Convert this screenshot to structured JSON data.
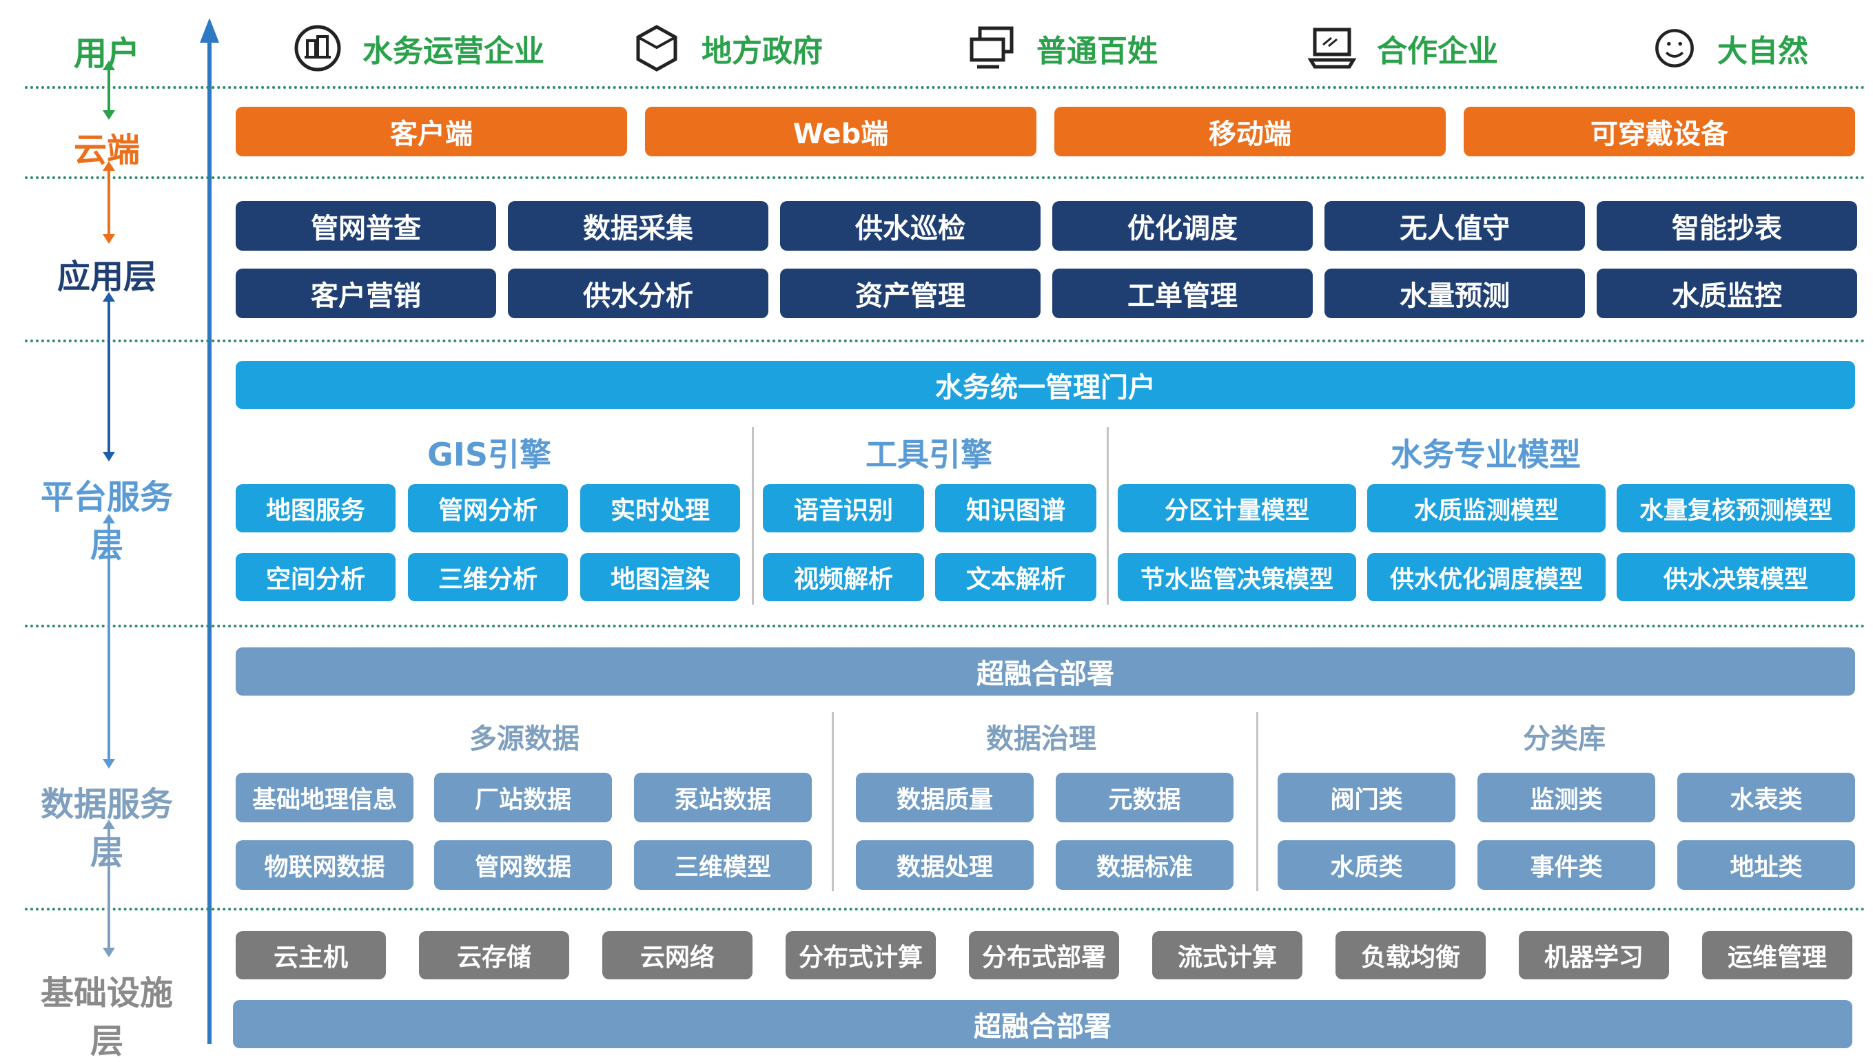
{
  "users": {
    "label": "用户",
    "items": [
      {
        "label": "水务运营企业",
        "icon": "building-icon"
      },
      {
        "label": "地方政府",
        "icon": "hexagon-icon"
      },
      {
        "label": "普通百姓",
        "icon": "desktop-icon"
      },
      {
        "label": "合作企业",
        "icon": "laptop-icon"
      },
      {
        "label": "大自然",
        "icon": "smiley-icon"
      }
    ]
  },
  "cloud": {
    "label": "云端",
    "items": [
      "客户端",
      "Web端",
      "移动端",
      "可穿戴设备"
    ]
  },
  "application": {
    "label": "应用层",
    "row1": [
      "管网普查",
      "数据采集",
      "供水巡检",
      "优化调度",
      "无人值守",
      "智能抄表"
    ],
    "row2": [
      "客户营销",
      "供水分析",
      "资产管理",
      "工单管理",
      "水量预测",
      "水质监控"
    ]
  },
  "platform": {
    "label": "平台服务层",
    "portal": "水务统一管理门户",
    "gis": {
      "title": "GIS引擎",
      "items": [
        "地图服务",
        "管网分析",
        "实时处理",
        "空间分析",
        "三维分析",
        "地图渲染"
      ]
    },
    "tools": {
      "title": "工具引擎",
      "items": [
        "语音识别",
        "知识图谱",
        "视频解析",
        "文本解析"
      ]
    },
    "models": {
      "title": "水务专业模型",
      "items": [
        "分区计量模型",
        "水质监测模型",
        "水量复核预测模型",
        "节水监管决策模型",
        "供水优化调度模型",
        "供水决策模型"
      ]
    }
  },
  "data": {
    "label": "数据服务层",
    "deploy": "超融合部署",
    "multi": {
      "title": "多源数据",
      "items": [
        "基础地理信息",
        "厂站数据",
        "泵站数据",
        "物联网数据",
        "管网数据",
        "三维模型"
      ]
    },
    "governance": {
      "title": "数据治理",
      "items": [
        "数据质量",
        "元数据",
        "数据处理",
        "数据标准"
      ]
    },
    "library": {
      "title": "分类库",
      "items": [
        "阀门类",
        "监测类",
        "水表类",
        "水质类",
        "事件类",
        "地址类"
      ]
    }
  },
  "infra": {
    "label": "基础设施层",
    "items": [
      "云主机",
      "云存储",
      "云网络",
      "分布式计算",
      "分布式部署",
      "流式计算",
      "负载均衡",
      "机器学习",
      "运维管理"
    ],
    "deploy": "超融合部署"
  },
  "colors": {
    "green": "#2aa14a",
    "orange": "#ec6f1b",
    "navy": "#1f3f73",
    "blue": "#1ba2df",
    "steel": "#6f9bc4",
    "gray": "#7b7b7b",
    "platform_label": "#5b9bd5",
    "data_label": "#7f9fbf"
  }
}
